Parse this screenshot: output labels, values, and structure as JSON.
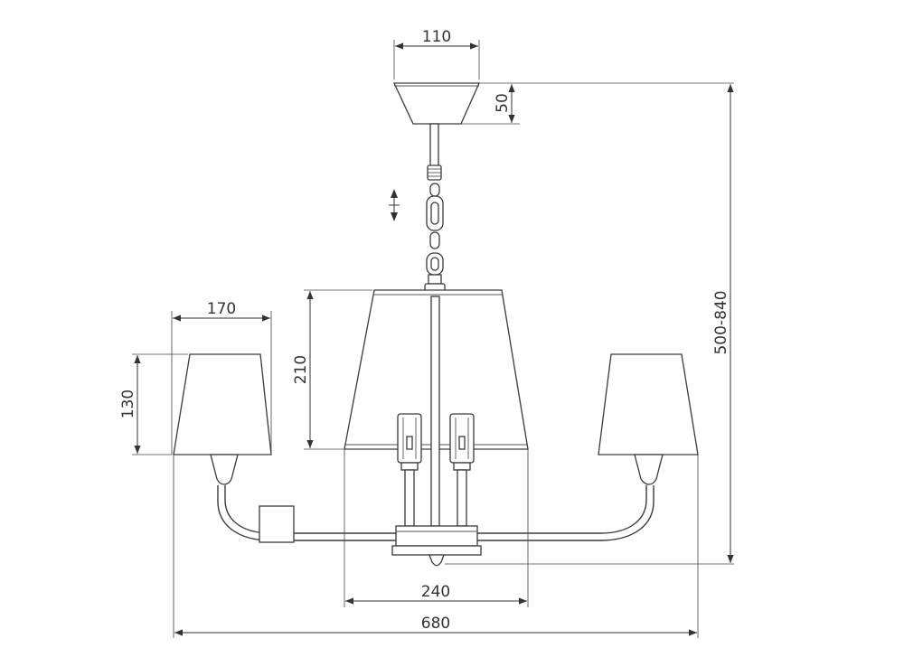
{
  "dimensions": {
    "canopy_width": "110",
    "canopy_height": "50",
    "side_shade_width": "170",
    "side_shade_height": "130",
    "center_shade_height": "210",
    "center_shade_bottom_width": "240",
    "overall_width": "680",
    "overall_height": "500-840"
  },
  "icons": {
    "adjustable": "up-down-arrows-icon"
  }
}
